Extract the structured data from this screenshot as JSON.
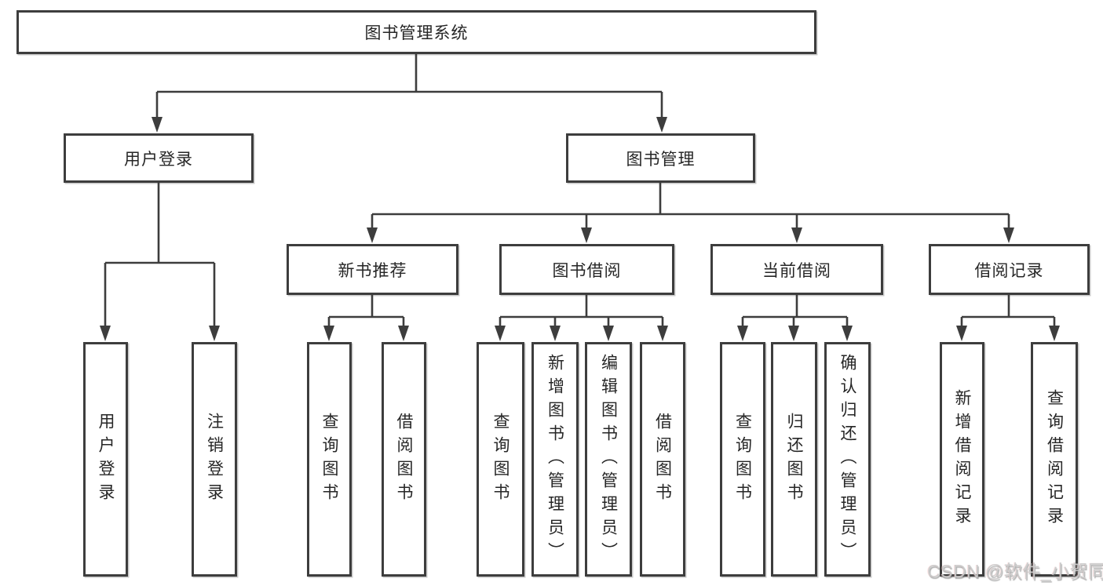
{
  "title": "图书管理系统",
  "level2": [
    "用户登录",
    "图书管理"
  ],
  "level3": [
    "新书推荐",
    "图书借阅",
    "当前借阅",
    "借阅记录"
  ],
  "leaves": {
    "user_login": [
      "用户登录",
      "注销登录"
    ],
    "new_book": [
      "查询图书",
      "借阅图书"
    ],
    "borrow": [
      "查询图书",
      "新增图书（管理员）",
      "编辑图书（管理员）",
      "借阅图书"
    ],
    "current": [
      "查询图书",
      "归还图书",
      "确认归还（管理员）"
    ],
    "records": [
      "新增借阅记录",
      "查询借阅记录"
    ]
  },
  "watermark": "CSDN @软件_小贺同学",
  "colors": {
    "line": "#3d3d3d",
    "text": "#262626",
    "watermark": "#cbcbcb",
    "background": "#ffffff"
  }
}
